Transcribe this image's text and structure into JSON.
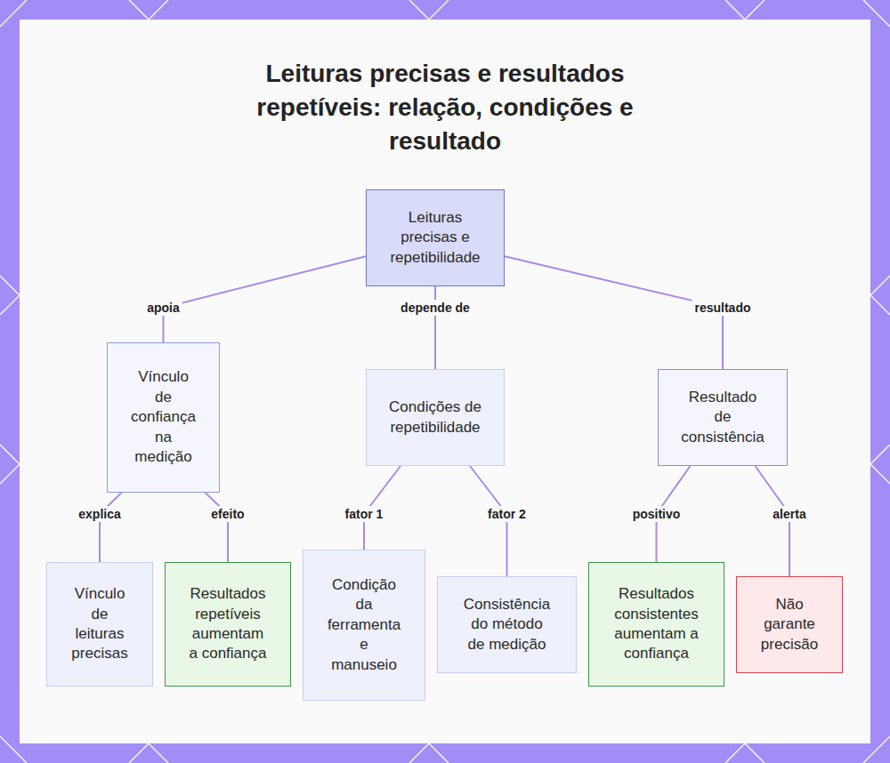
{
  "diagram": {
    "title": "Leituras precisas e resultados repetíveis: relação, condições e resultado",
    "nodes": [
      {
        "text": [
          "Leituras precisas e repetibilidade"
        ]
      },
      {
        "text": [
          "Vínculo de confiança na medição"
        ]
      },
      {
        "text": [
          "Condições de repetibilidade"
        ]
      },
      {
        "text": [
          "Resultado de consistência"
        ]
      },
      {
        "text": [
          "Vínculo de leituras precisas"
        ]
      },
      {
        "text": [
          "Resultados repetíveis aumentam a confiança"
        ]
      },
      {
        "text": [
          "Condição da ferramenta e manuseio"
        ]
      },
      {
        "text": [
          "Consistência do método de medição"
        ]
      },
      {
        "text": [
          "Resultados consistentes aumentam a confiança"
        ]
      },
      {
        "text": [
          "Não garante precisão"
        ]
      }
    ],
    "edges": [
      {
        "from": 0,
        "to": 1,
        "label": "apoia",
        "arrow": "none"
      },
      {
        "from": 0,
        "to": 2,
        "label": "depende de",
        "arrow": "none"
      },
      {
        "from": 0,
        "to": 3,
        "label": "resultado",
        "arrow": "none"
      },
      {
        "from": 1,
        "to": 4,
        "label": "explica",
        "arrow": "none"
      },
      {
        "from": 1,
        "to": 5,
        "label": "efeito",
        "arrow": "none"
      },
      {
        "from": 2,
        "to": 6,
        "label": "fator 1",
        "arrow": "none"
      },
      {
        "from": 2,
        "to": 7,
        "label": "fator 2",
        "arrow": "none"
      },
      {
        "from": 3,
        "to": 8,
        "label": "positivo",
        "arrow": "none"
      },
      {
        "from": 3,
        "to": 9,
        "label": "alerta",
        "arrow": "none"
      }
    ]
  }
}
